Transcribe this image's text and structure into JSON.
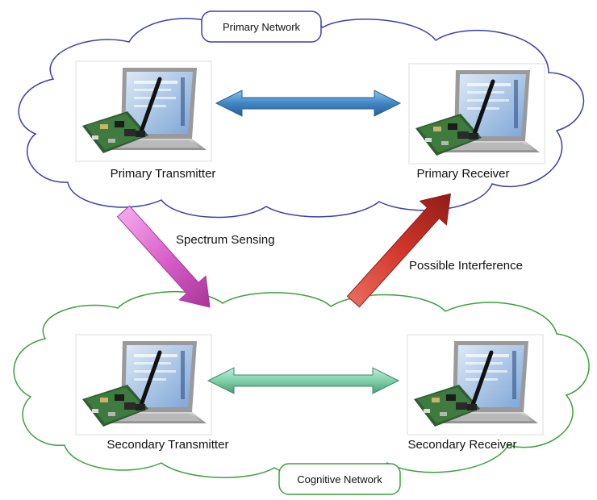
{
  "primary_network": {
    "label": "Primary Network",
    "transmitter_label": "Primary Transmitter",
    "receiver_label": "Primary Receiver",
    "cloud_color": "#3a3fb0",
    "link_color": "#4a8fc7"
  },
  "cognitive_network": {
    "label": "Cognitive Network",
    "transmitter_label": "Secondary Transmitter",
    "receiver_label": "Secondary Receiver",
    "cloud_color": "#3aa23a",
    "link_color": "#7ccca3"
  },
  "interactions": {
    "sensing_label": "Spectrum Sensing",
    "sensing_color": "#d85fc9",
    "interference_label": "Possible Interference",
    "interference_color": "#d0352a"
  },
  "device_icon": "laptop-with-radio-board-icon"
}
